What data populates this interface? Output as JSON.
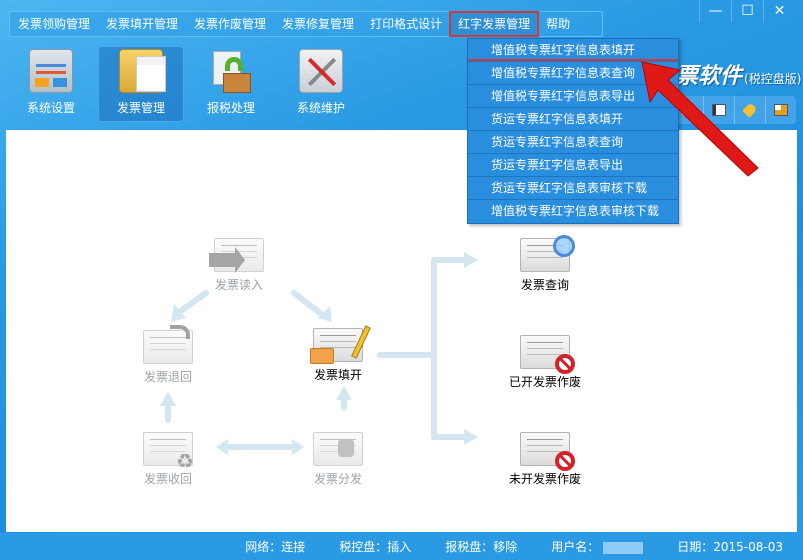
{
  "menubar": {
    "items": [
      {
        "label": "发票领购管理"
      },
      {
        "label": "发票填开管理"
      },
      {
        "label": "发票作废管理"
      },
      {
        "label": "发票修复管理"
      },
      {
        "label": "打印格式设计"
      },
      {
        "label": "红字发票管理",
        "active": true
      },
      {
        "label": "帮助"
      }
    ]
  },
  "window_controls": {
    "minimize": "—",
    "maximize": "☐",
    "close": "✕"
  },
  "toolbar": {
    "items": [
      {
        "label": "系统设置",
        "icon": "settings-icon"
      },
      {
        "label": "发票管理",
        "icon": "folder-icon",
        "active": true
      },
      {
        "label": "报税处理",
        "icon": "tax-report-icon"
      },
      {
        "label": "系统维护",
        "icon": "tools-icon"
      }
    ]
  },
  "brand": {
    "title": "票软件",
    "subtitle": "(税控盘版)"
  },
  "quick_icons": [
    "export-icon",
    "window-icon",
    "key-icon",
    "lock-icon"
  ],
  "dropdown": {
    "items": [
      {
        "label": "增值税专票红字信息表填开",
        "highlighted": true
      },
      {
        "label": "增值税专票红字信息表查询"
      },
      {
        "label": "增值税专票红字信息表导出"
      },
      {
        "label": "货运专票红字信息表填开"
      },
      {
        "label": "货运专票红字信息表查询"
      },
      {
        "label": "货运专票红字信息表导出"
      },
      {
        "label": "货运专票红字信息表审核下载"
      },
      {
        "label": "增值税专票红字信息表审核下载"
      }
    ]
  },
  "flow": {
    "nodes": {
      "read_in": {
        "label": "发票读入"
      },
      "return": {
        "label": "发票退回"
      },
      "issue": {
        "label": "发票填开"
      },
      "recover": {
        "label": "发票收回"
      },
      "distribute": {
        "label": "发票分发"
      },
      "query": {
        "label": "发票查询"
      },
      "void_issued": {
        "label": "已开发票作废"
      },
      "void_unissued": {
        "label": "未开发票作废"
      }
    }
  },
  "statusbar": {
    "network": "网络：连接",
    "tax_disk": "税控盘：插入",
    "report_disk": "报税盘：移除",
    "username_label": "用户名：",
    "date": "日期：2015-08-03"
  },
  "colors": {
    "accent": "#2a9ae4",
    "highlight": "#d23a3a",
    "flow_arrow": "#cfe3ee"
  }
}
